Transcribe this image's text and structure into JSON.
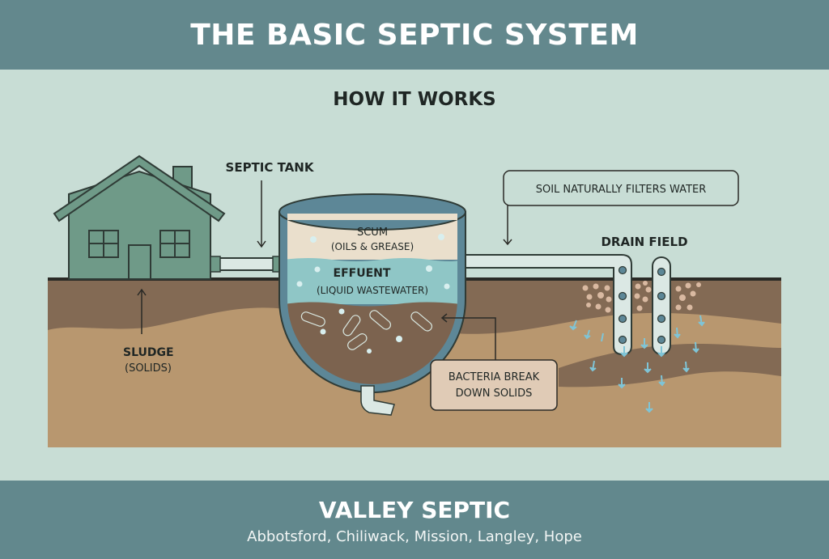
{
  "header": {
    "title": "THE BASIC SEPTIC SYSTEM"
  },
  "subheading": "HOW IT WORKS",
  "labels": {
    "septic_tank": "SEPTIC TANK",
    "scum": "SCUM",
    "scum_desc": "(OILS & GREASE)",
    "effluent": "EFFUENT",
    "effluent_desc": "(LIQUID WASTEWATER)",
    "sludge": "SLUDGE",
    "sludge_desc": "(SOLIDS)",
    "bacteria_line1": "BACTERIA BREAK",
    "bacteria_line2": "DOWN SOLIDS",
    "soil_filters": "SOIL NATURALLY FILTERS WATER",
    "drain_field": "DRAIN FIELD"
  },
  "footer": {
    "brand": "VALLEY SEPTIC",
    "service_areas": "Abbotsford, Chiliwack, Mission, Langley, Hope"
  },
  "colors": {
    "header_bg": "#63888d",
    "background": "#c8ddd5",
    "house": "#6f9a88",
    "topsoil": "#836a54",
    "subsoil": "#b8976f",
    "scum": "#eadfcc",
    "effluent": "#8fc6c6",
    "sludge": "#7c634f",
    "tank_wall": "#5d8797",
    "water_drop": "#7fc4d6"
  }
}
